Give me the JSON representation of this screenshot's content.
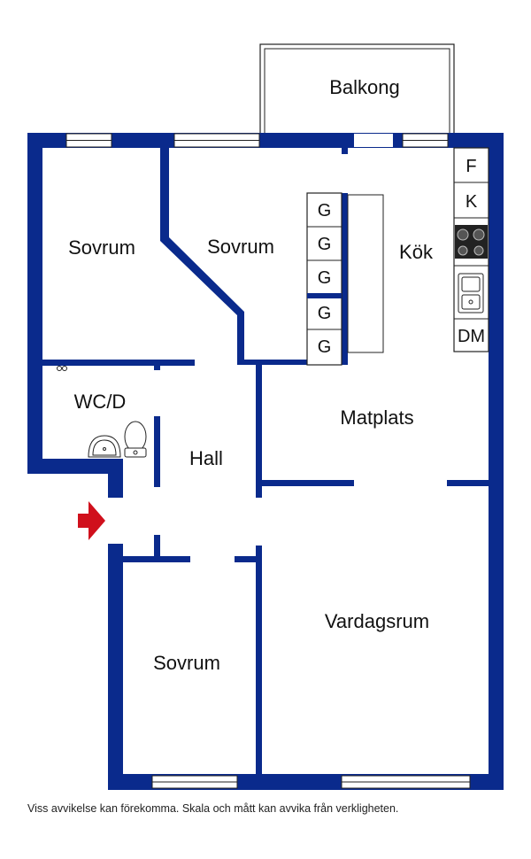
{
  "rooms": {
    "balcony": "Balkong",
    "bedroom_top_left": "Sovrum",
    "bedroom_top_center": "Sovrum",
    "kitchen": "Kök",
    "wc": "WC/D",
    "dining": "Matplats",
    "hall": "Hall",
    "living": "Vardagsrum",
    "bedroom_bottom": "Sovrum"
  },
  "appliances": {
    "freezer": "F",
    "fridge": "K",
    "dishwasher": "DM",
    "wardrobes": [
      "G",
      "G",
      "G",
      "G",
      "G"
    ]
  },
  "disclaimer": "Viss avvikelse kan förekomma. Skala och mått kan avvika från verkligheten.",
  "colors": {
    "wall": "#0a2a8c",
    "entrance_arrow": "#d0101c",
    "line": "#222222"
  },
  "icons": [
    "entrance-arrow-icon",
    "stove-icon",
    "sink-icon",
    "washbasin-icon",
    "toilet-icon",
    "window-icon"
  ]
}
